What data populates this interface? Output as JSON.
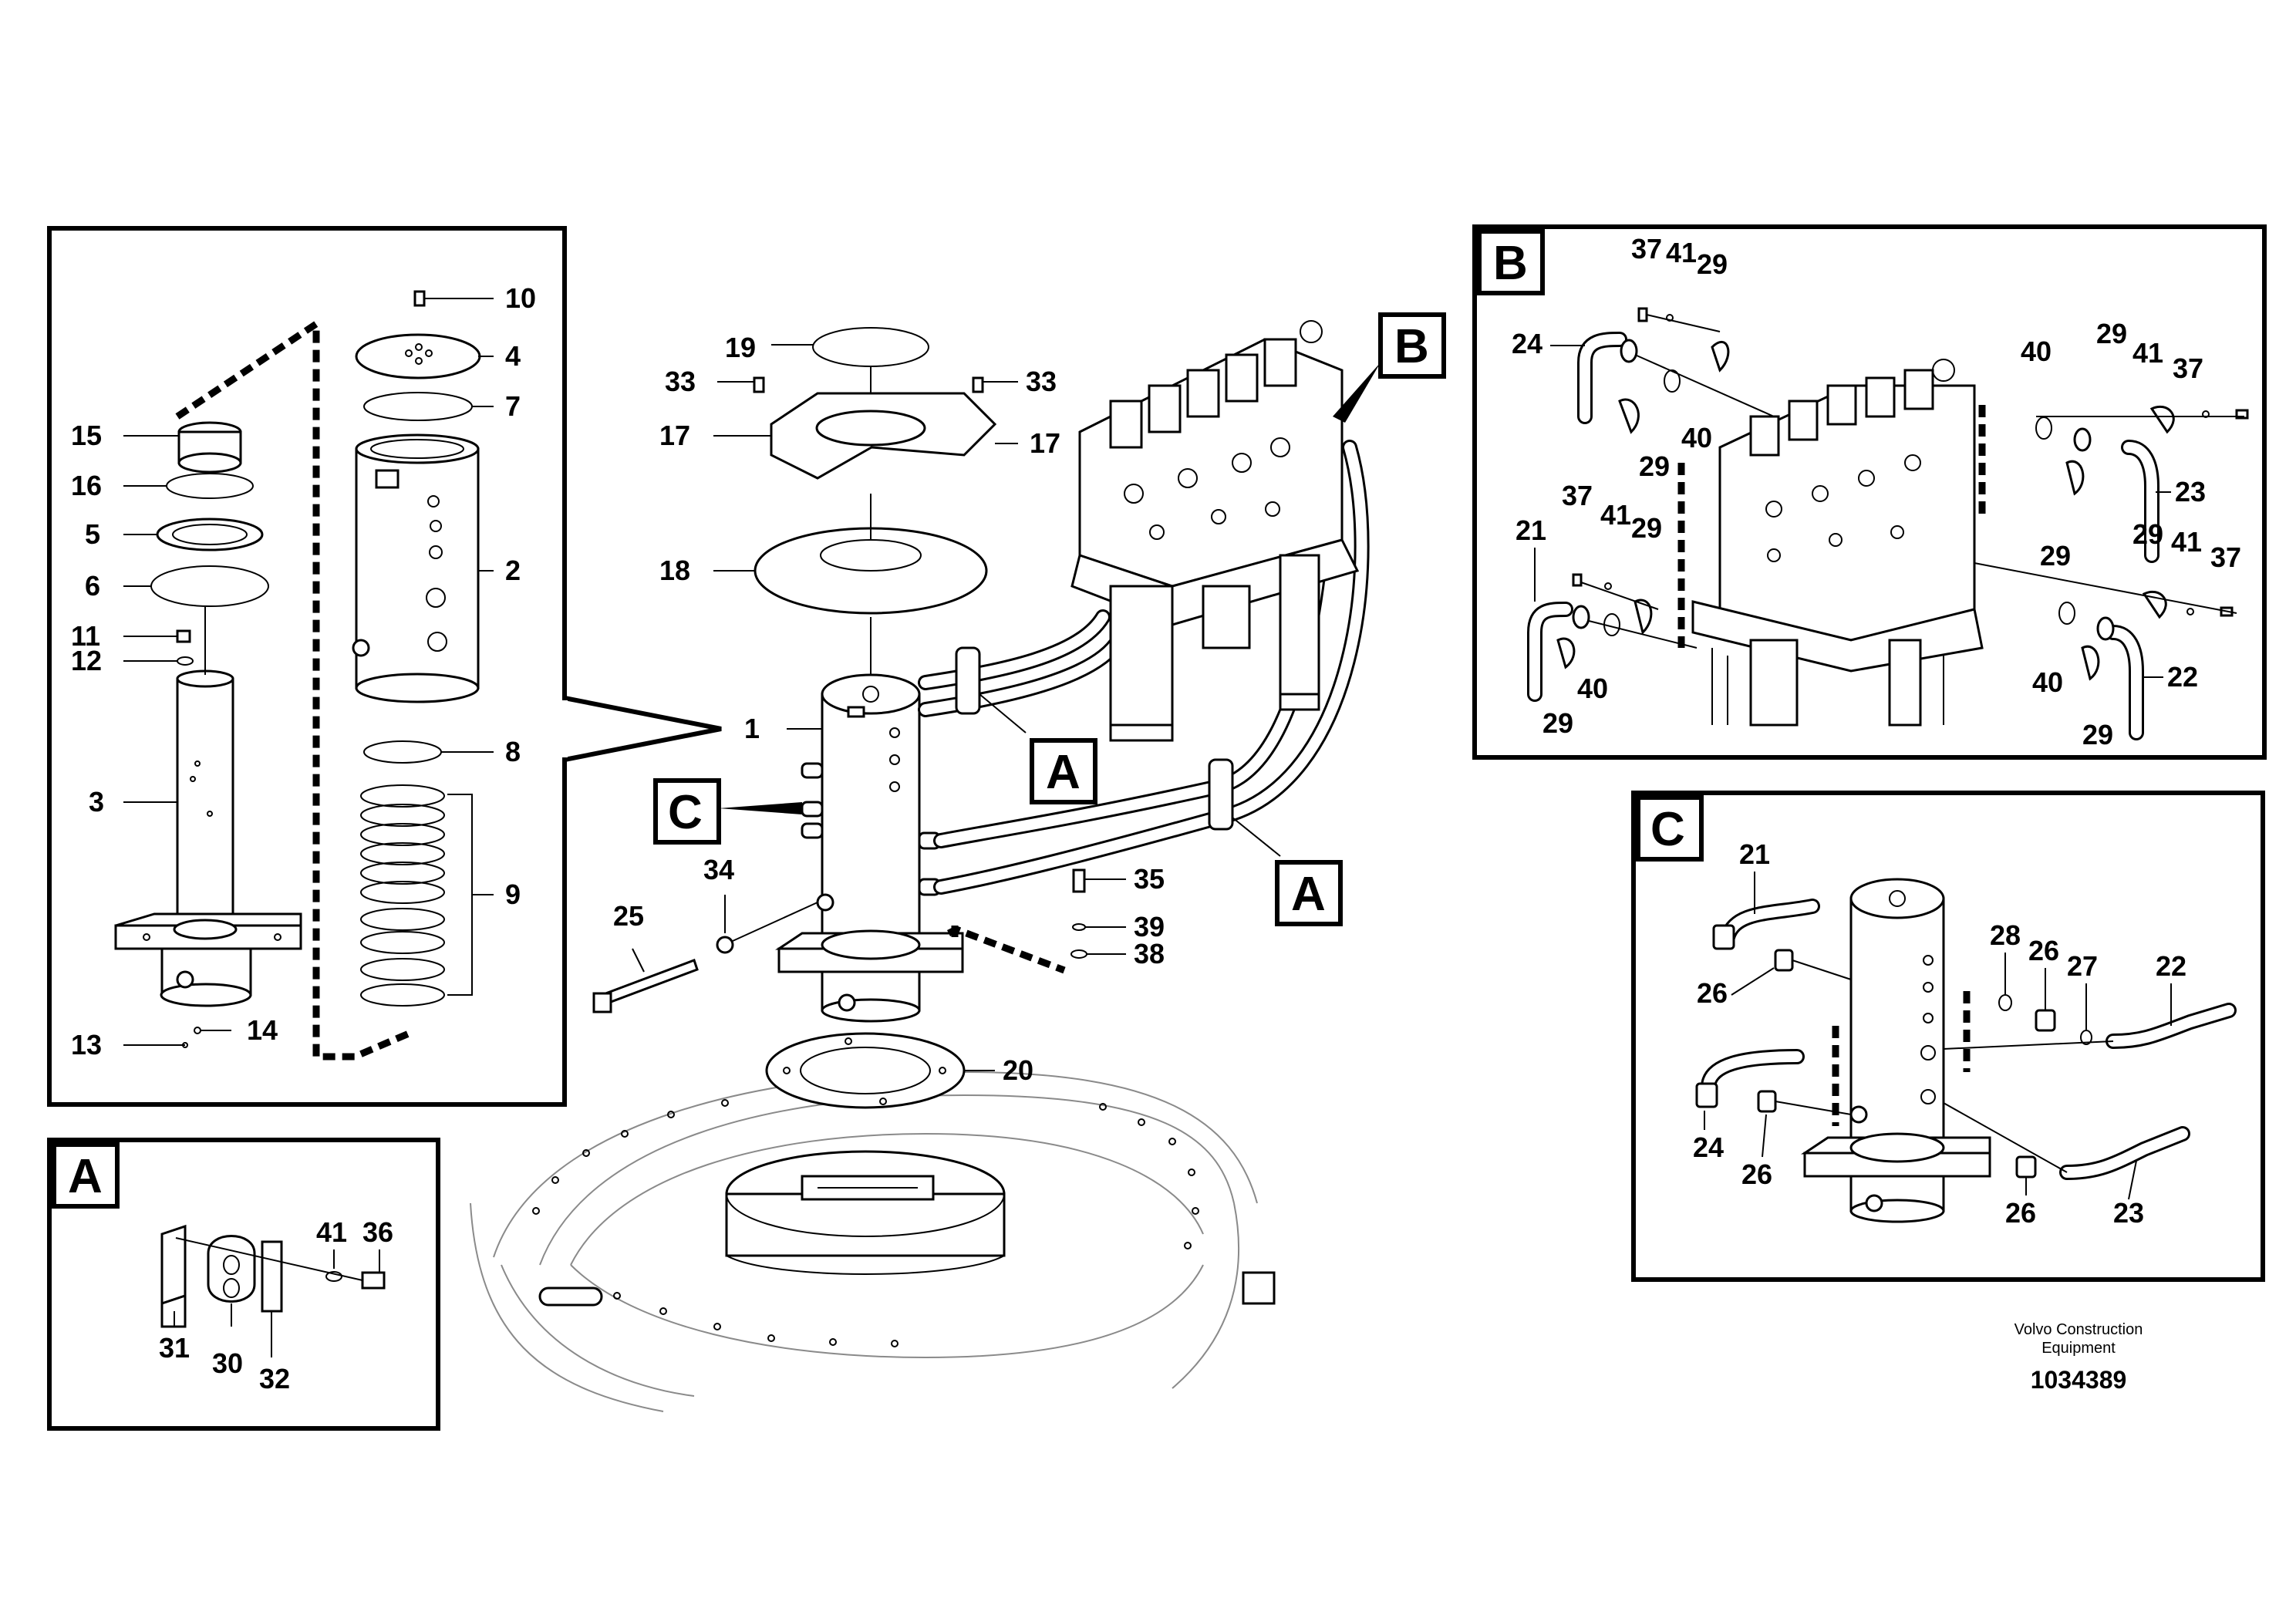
{
  "callouts": {
    "c1": "1",
    "c2": "2",
    "c3": "3",
    "c4": "4",
    "c5": "5",
    "c6": "6",
    "c7": "7",
    "c8": "8",
    "c9": "9",
    "c10": "10",
    "c11": "11",
    "c12": "12",
    "c13": "13",
    "c14": "14",
    "c15": "15",
    "c16": "16",
    "c17": "17",
    "c18": "18",
    "c19": "19",
    "c20": "20",
    "c21": "21",
    "c22": "22",
    "c23": "23",
    "c24": "24",
    "c25": "25",
    "c26": "26",
    "c27": "27",
    "c28": "28",
    "c29": "29",
    "c30": "30",
    "c31": "31",
    "c32": "32",
    "c33": "33",
    "c34": "34",
    "c35": "35",
    "c36": "36",
    "c37": "37",
    "c38": "38",
    "c39": "39",
    "c40": "40",
    "c41": "41"
  },
  "view_tags": {
    "a": "A",
    "b": "B",
    "c": "C"
  },
  "footer": {
    "manufacturer_line1": "Volvo Construction",
    "manufacturer_line2": "Equipment",
    "document_number": "1034389"
  }
}
